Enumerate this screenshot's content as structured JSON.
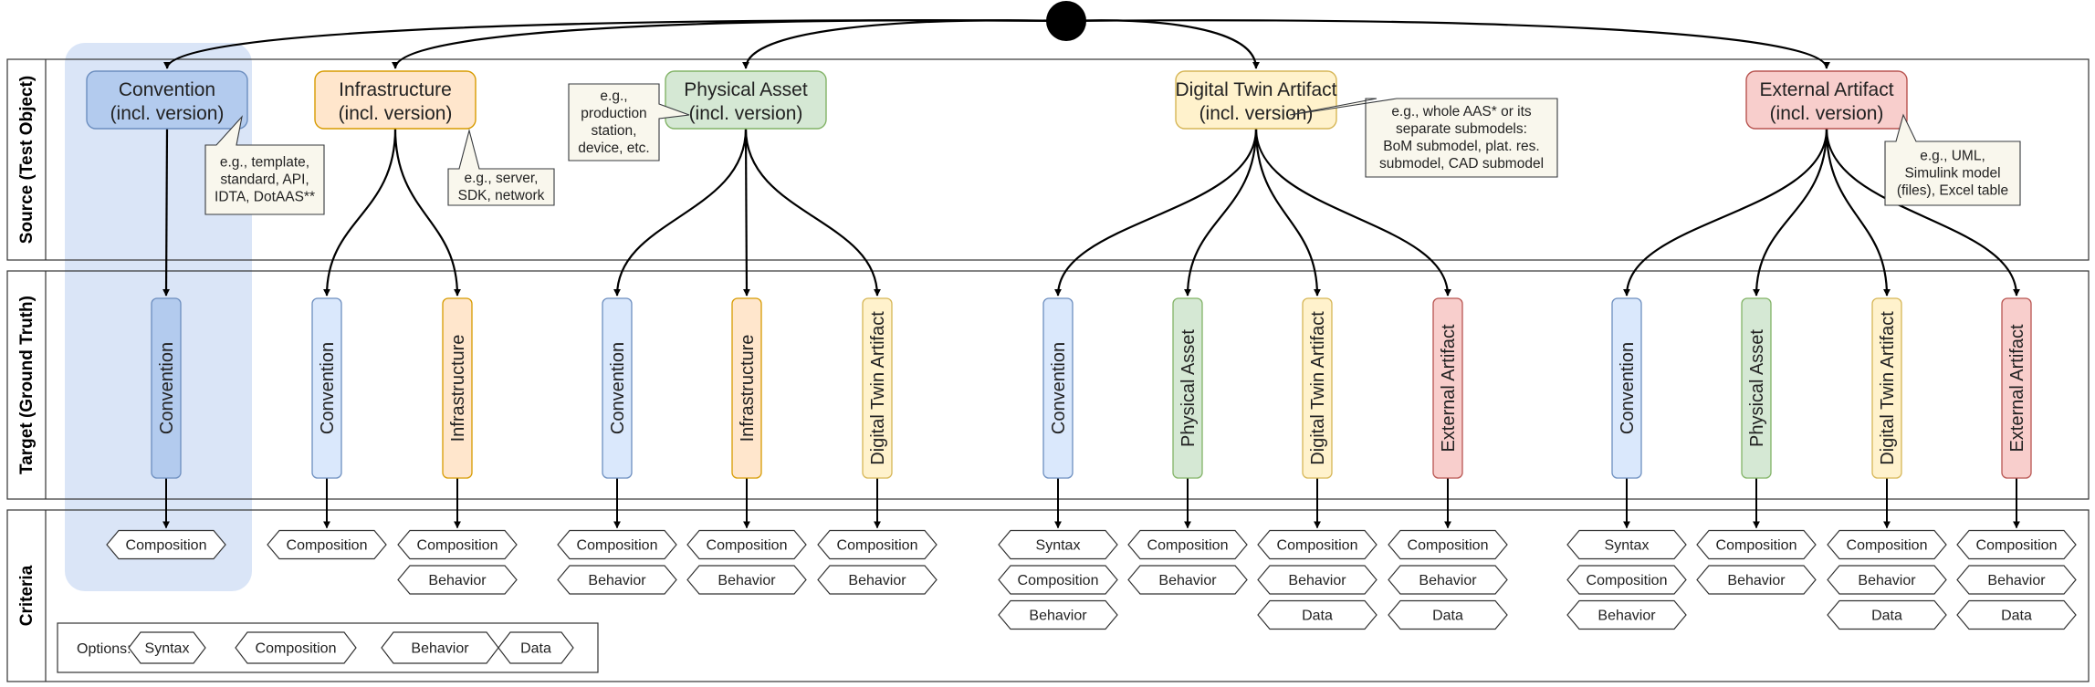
{
  "lanes": {
    "source": "Source (Test Object)",
    "target": "Target (Ground Truth)",
    "criteria": "Criteria"
  },
  "sources": [
    {
      "id": "convention",
      "line1": "Convention",
      "line2": "(incl. version)",
      "note": [
        "e.g., template,",
        "standard, API,",
        "IDTA, DotAAS**"
      ],
      "targets": [
        {
          "label": "Convention",
          "type": "convention",
          "criteria": [
            "Composition"
          ]
        }
      ]
    },
    {
      "id": "infrastructure",
      "line1": "Infrastructure",
      "line2": "(incl. version)",
      "note": [
        "e.g., server,",
        "SDK, network"
      ],
      "targets": [
        {
          "label": "Convention",
          "type": "convention",
          "criteria": [
            "Composition"
          ]
        },
        {
          "label": "Infrastructure",
          "type": "infrastructure",
          "criteria": [
            "Composition",
            "Behavior"
          ]
        }
      ]
    },
    {
      "id": "physical",
      "line1": "Physical Asset",
      "line2": "(incl. version)",
      "note": [
        "e.g.,",
        "production",
        "station,",
        "device, etc."
      ],
      "targets": [
        {
          "label": "Convention",
          "type": "convention",
          "criteria": [
            "Composition",
            "Behavior"
          ]
        },
        {
          "label": "Infrastructure",
          "type": "infrastructure",
          "criteria": [
            "Composition",
            "Behavior"
          ]
        },
        {
          "label": "Digital Twin Artifact",
          "type": "dta",
          "criteria": [
            "Composition",
            "Behavior"
          ]
        }
      ]
    },
    {
      "id": "dta",
      "line1": "Digital Twin Artifact",
      "line2": "(incl. version)",
      "note": [
        "e.g., whole AAS* or its",
        "separate submodels:",
        "BoM submodel, plat. res.",
        "submodel, CAD submodel"
      ],
      "targets": [
        {
          "label": "Convention",
          "type": "convention",
          "criteria": [
            "Syntax",
            "Composition",
            "Behavior"
          ]
        },
        {
          "label": "Physical Asset",
          "type": "physical",
          "criteria": [
            "Composition",
            "Behavior"
          ]
        },
        {
          "label": "Digital Twin Artifact",
          "type": "dta",
          "criteria": [
            "Composition",
            "Behavior",
            "Data"
          ]
        },
        {
          "label": "External Artifact",
          "type": "external",
          "criteria": [
            "Composition",
            "Behavior",
            "Data"
          ]
        }
      ]
    },
    {
      "id": "external",
      "line1": "External Artifact",
      "line2": "(incl. version)",
      "note": [
        "e.g., UML,",
        "Simulink model",
        "(files), Excel table"
      ],
      "targets": [
        {
          "label": "Convention",
          "type": "convention",
          "criteria": [
            "Syntax",
            "Composition",
            "Behavior"
          ]
        },
        {
          "label": "Physical Asset",
          "type": "physical",
          "criteria": [
            "Composition",
            "Behavior"
          ]
        },
        {
          "label": "Digital Twin Artifact",
          "type": "dta",
          "criteria": [
            "Composition",
            "Behavior",
            "Data"
          ]
        },
        {
          "label": "External Artifact",
          "type": "external",
          "criteria": [
            "Composition",
            "Behavior",
            "Data"
          ]
        }
      ]
    }
  ],
  "options": {
    "label": "Options:",
    "items": [
      "Syntax",
      "Composition",
      "Behavior",
      "Data"
    ]
  },
  "colors": {
    "convention": {
      "fill": "#dae8fc",
      "stroke": "#6c8ebf"
    },
    "convention_selected": {
      "fill": "#b3cbee",
      "stroke": "#6c8ebf"
    },
    "infrastructure": {
      "fill": "#ffe6cc",
      "stroke": "#d79b00"
    },
    "physical": {
      "fill": "#d5e8d4",
      "stroke": "#82b366"
    },
    "dta": {
      "fill": "#fff2cc",
      "stroke": "#d6b656"
    },
    "external": {
      "fill": "#f8cecc",
      "stroke": "#b85450"
    },
    "note": {
      "fill": "#f9f7ed",
      "stroke": "#36393d"
    },
    "highlight": "#dae5f7"
  }
}
